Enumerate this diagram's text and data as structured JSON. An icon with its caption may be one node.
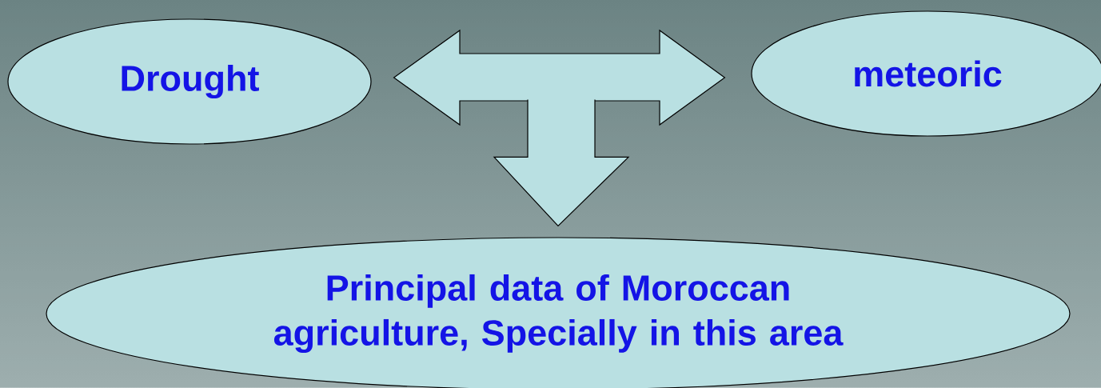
{
  "diagram": {
    "nodes": [
      {
        "text": [
          "Drought"
        ]
      },
      {
        "text": [
          "meteoric"
        ]
      },
      {
        "text": [
          "Principal data of Moroccan agriculture, Specially in this area"
        ]
      }
    ],
    "edges": [
      {
        "from": 0,
        "to": 1,
        "arrow": "both"
      },
      {
        "from": null,
        "to": 2,
        "arrow": "to"
      }
    ]
  }
}
